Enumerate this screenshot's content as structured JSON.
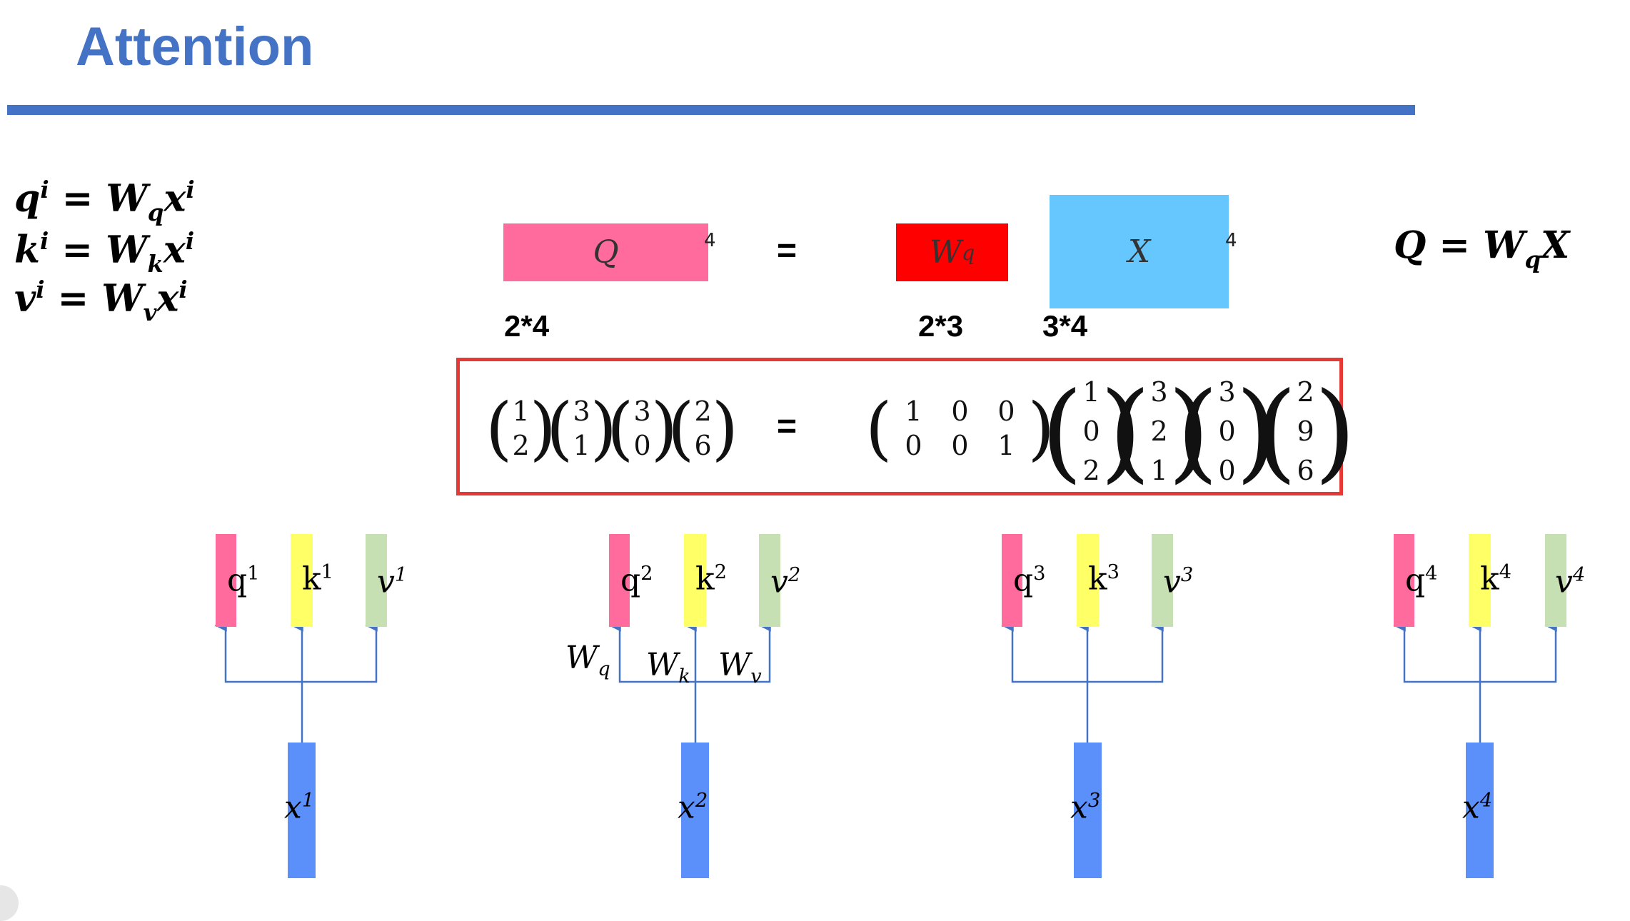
{
  "title": "Attention",
  "colors": {
    "accent": "#4472c4",
    "q": "#ff6b9d",
    "k": "#ffff66",
    "v": "#c6e0b4",
    "x": "#5b8ff9",
    "wq": "#ff0000",
    "xblock": "#66c7ff",
    "highlight": "#e53935",
    "wire": "#4472c4"
  },
  "equations": {
    "q": {
      "lhs": "q",
      "sup": "i",
      "eq": " = ",
      "w": "W",
      "sub": "q",
      "x": "x",
      "xsup": "i"
    },
    "k": {
      "lhs": "k",
      "sup": "i",
      "eq": " = ",
      "w": "W",
      "sub": "k",
      "x": "x",
      "xsup": "i"
    },
    "v": {
      "lhs": "v",
      "sup": "i",
      "eq": " = ",
      "w": "W",
      "sub": "v",
      "x": "x",
      "xsup": "i"
    }
  },
  "blocks": {
    "Q_label": "Q",
    "equals": "=",
    "Wq_label": "W",
    "Wq_sub": "q",
    "X_label": "X",
    "stray_1": "4",
    "stray_2": "4"
  },
  "dims": {
    "Q": "2*4",
    "Wq": "2*3",
    "X": "3*4"
  },
  "formula": {
    "lhs": "Q",
    "eq": " = ",
    "w": "W",
    "sub": "q",
    "rhs": "X"
  },
  "matrix_eq": {
    "q_columns": [
      [
        "1",
        "2"
      ],
      [
        "3",
        "1"
      ],
      [
        "3",
        "0"
      ],
      [
        "2",
        "6"
      ]
    ],
    "equals": "=",
    "wq": [
      [
        "1",
        "0",
        "0"
      ],
      [
        "0",
        "0",
        "1"
      ]
    ],
    "x_columns": [
      [
        "1",
        "0",
        "2"
      ],
      [
        "3",
        "2",
        "1"
      ],
      [
        "3",
        "0",
        "0"
      ],
      [
        "2",
        "9",
        "6"
      ]
    ]
  },
  "columns": [
    {
      "q": "q",
      "k": "k",
      "v": "v",
      "x": "x",
      "idx": "1"
    },
    {
      "q": "q",
      "k": "k",
      "v": "v",
      "x": "x",
      "idx": "2"
    },
    {
      "q": "q",
      "k": "k",
      "v": "v",
      "x": "x",
      "idx": "3"
    },
    {
      "q": "q",
      "k": "k",
      "v": "v",
      "x": "x",
      "idx": "4"
    }
  ],
  "weights": {
    "wq": "W",
    "wq_sub": "q",
    "wk": "W",
    "wk_sub": "k",
    "wv": "W",
    "wv_sub": "v"
  }
}
